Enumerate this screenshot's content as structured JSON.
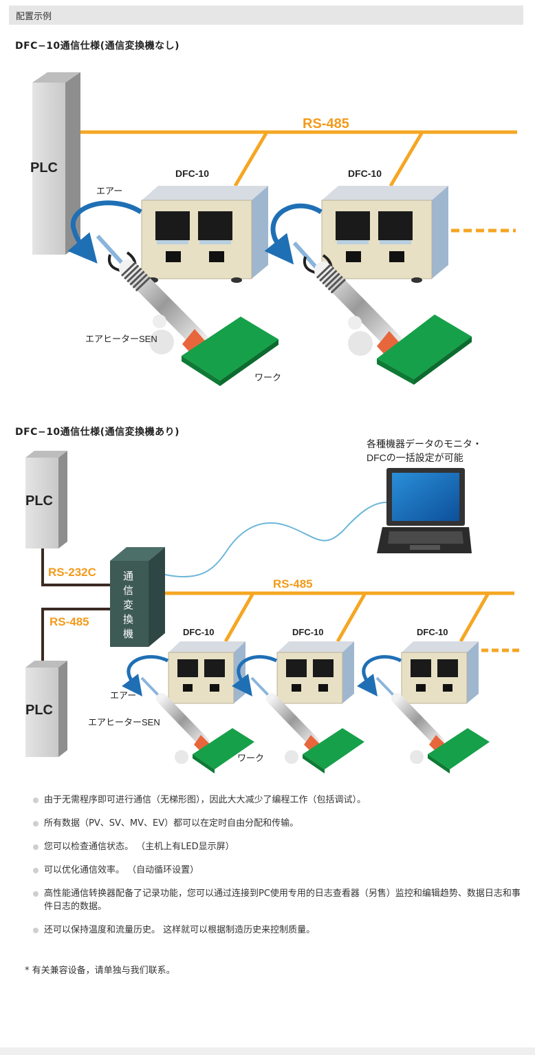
{
  "section_title": "配置示例",
  "diagram1": {
    "title": "DFC−10通信仕様(通信変換機なし)",
    "plc": "PLC",
    "bus": "RS-485",
    "unit_label": "DFC-10",
    "air": "エアー",
    "heater": "エアヒーターSEN",
    "work": "ワーク"
  },
  "diagram2": {
    "title": "DFC−10通信仕様(通信変換機あり)",
    "plc": "PLC",
    "rs232c": "RS-232C",
    "rs485_left": "RS-485",
    "bus": "RS-485",
    "converter": [
      "通",
      "信",
      "変",
      "換",
      "機"
    ],
    "unit_label": "DFC-10",
    "monitor_line1": "各種機器データのモニタ・",
    "monitor_line2": "DFCの一括設定が可能",
    "air": "エアー",
    "heater": "エアヒーターSEN",
    "work": "ワーク"
  },
  "features": [
    "由于无需程序即可进行通信（无梯形图），因此大大减少了编程工作（包括调试）。",
    "所有数据（PV、SV、MV、EV）都可以在定时自由分配和传输。",
    "您可以检查通信状态。 （主机上有LED显示屏）",
    "可以优化通信效率。 （自动循环设置）",
    "高性能通信转换器配备了记录功能，您可以通过连接到PC使用专用的日志查看器（另售）监控和编辑趋势、数据日志和事件日志的数据。",
    "还可以保持温度和流量历史。 这样就可以根据制造历史来控制质量。"
  ],
  "note": "* 有关兼容设备，请单独与我们联系。",
  "colors": {
    "bus": "#f5a623",
    "arrow": "#1f6fb5",
    "board": "#16a04a",
    "box_front": "#e8e0c4",
    "box_side": "#9fb6cf",
    "converter": "#3e5a55"
  }
}
